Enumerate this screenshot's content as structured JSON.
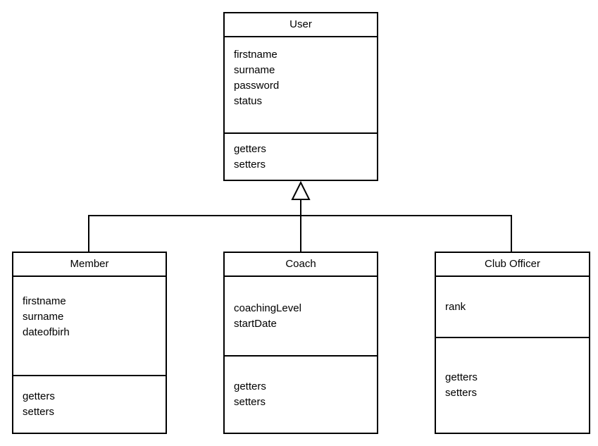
{
  "diagram": {
    "kind": "uml-class-diagram",
    "colors": {
      "stroke": "#000000",
      "fill": "#ffffff"
    },
    "classes": [
      {
        "name": "User",
        "attributes": [
          "firstname",
          "surname",
          "password",
          "status"
        ],
        "methods": [
          "getters",
          "setters"
        ]
      },
      {
        "name": "Member",
        "attributes": [
          "firstname",
          "surname",
          "dateofbirh"
        ],
        "methods": [
          "getters",
          "setters"
        ]
      },
      {
        "name": "Coach",
        "attributes": [
          "coachingLevel",
          "startDate"
        ],
        "methods": [
          "getters",
          "setters"
        ]
      },
      {
        "name": "Club Officer",
        "attributes": [
          "rank"
        ],
        "methods": [
          "getters",
          "setters"
        ]
      }
    ],
    "relationships": [
      {
        "type": "generalization",
        "parent": "User",
        "children": [
          "Member",
          "Coach",
          "Club Officer"
        ]
      }
    ]
  }
}
